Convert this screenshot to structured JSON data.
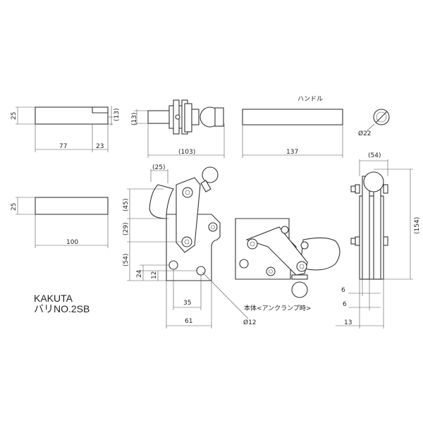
{
  "drawing": {
    "maker": "KAKUTA",
    "model": "バリNO.2SB",
    "label_handle": "ハンドル",
    "label_body": "本体<アンクランプ時>"
  },
  "dims": {
    "d25_top": "25",
    "d13_a": "(13)",
    "d77": "77",
    "d23": "23",
    "d13_b": "(13)",
    "d103": "(103)",
    "d137": "137",
    "d22": "Ø22",
    "d25_mid": "25",
    "d100": "100",
    "d25_paren": "(25)",
    "d45": "(45)",
    "d29": "(29)",
    "d54_left": "(54)",
    "d24": "24",
    "d12": "12",
    "d35": "35",
    "d61": "61",
    "d12_hole": "Ø12",
    "d54_right": "(54)",
    "d154": "(154)",
    "d6_a": "6",
    "d6_b": "6",
    "d13_c": "13"
  }
}
